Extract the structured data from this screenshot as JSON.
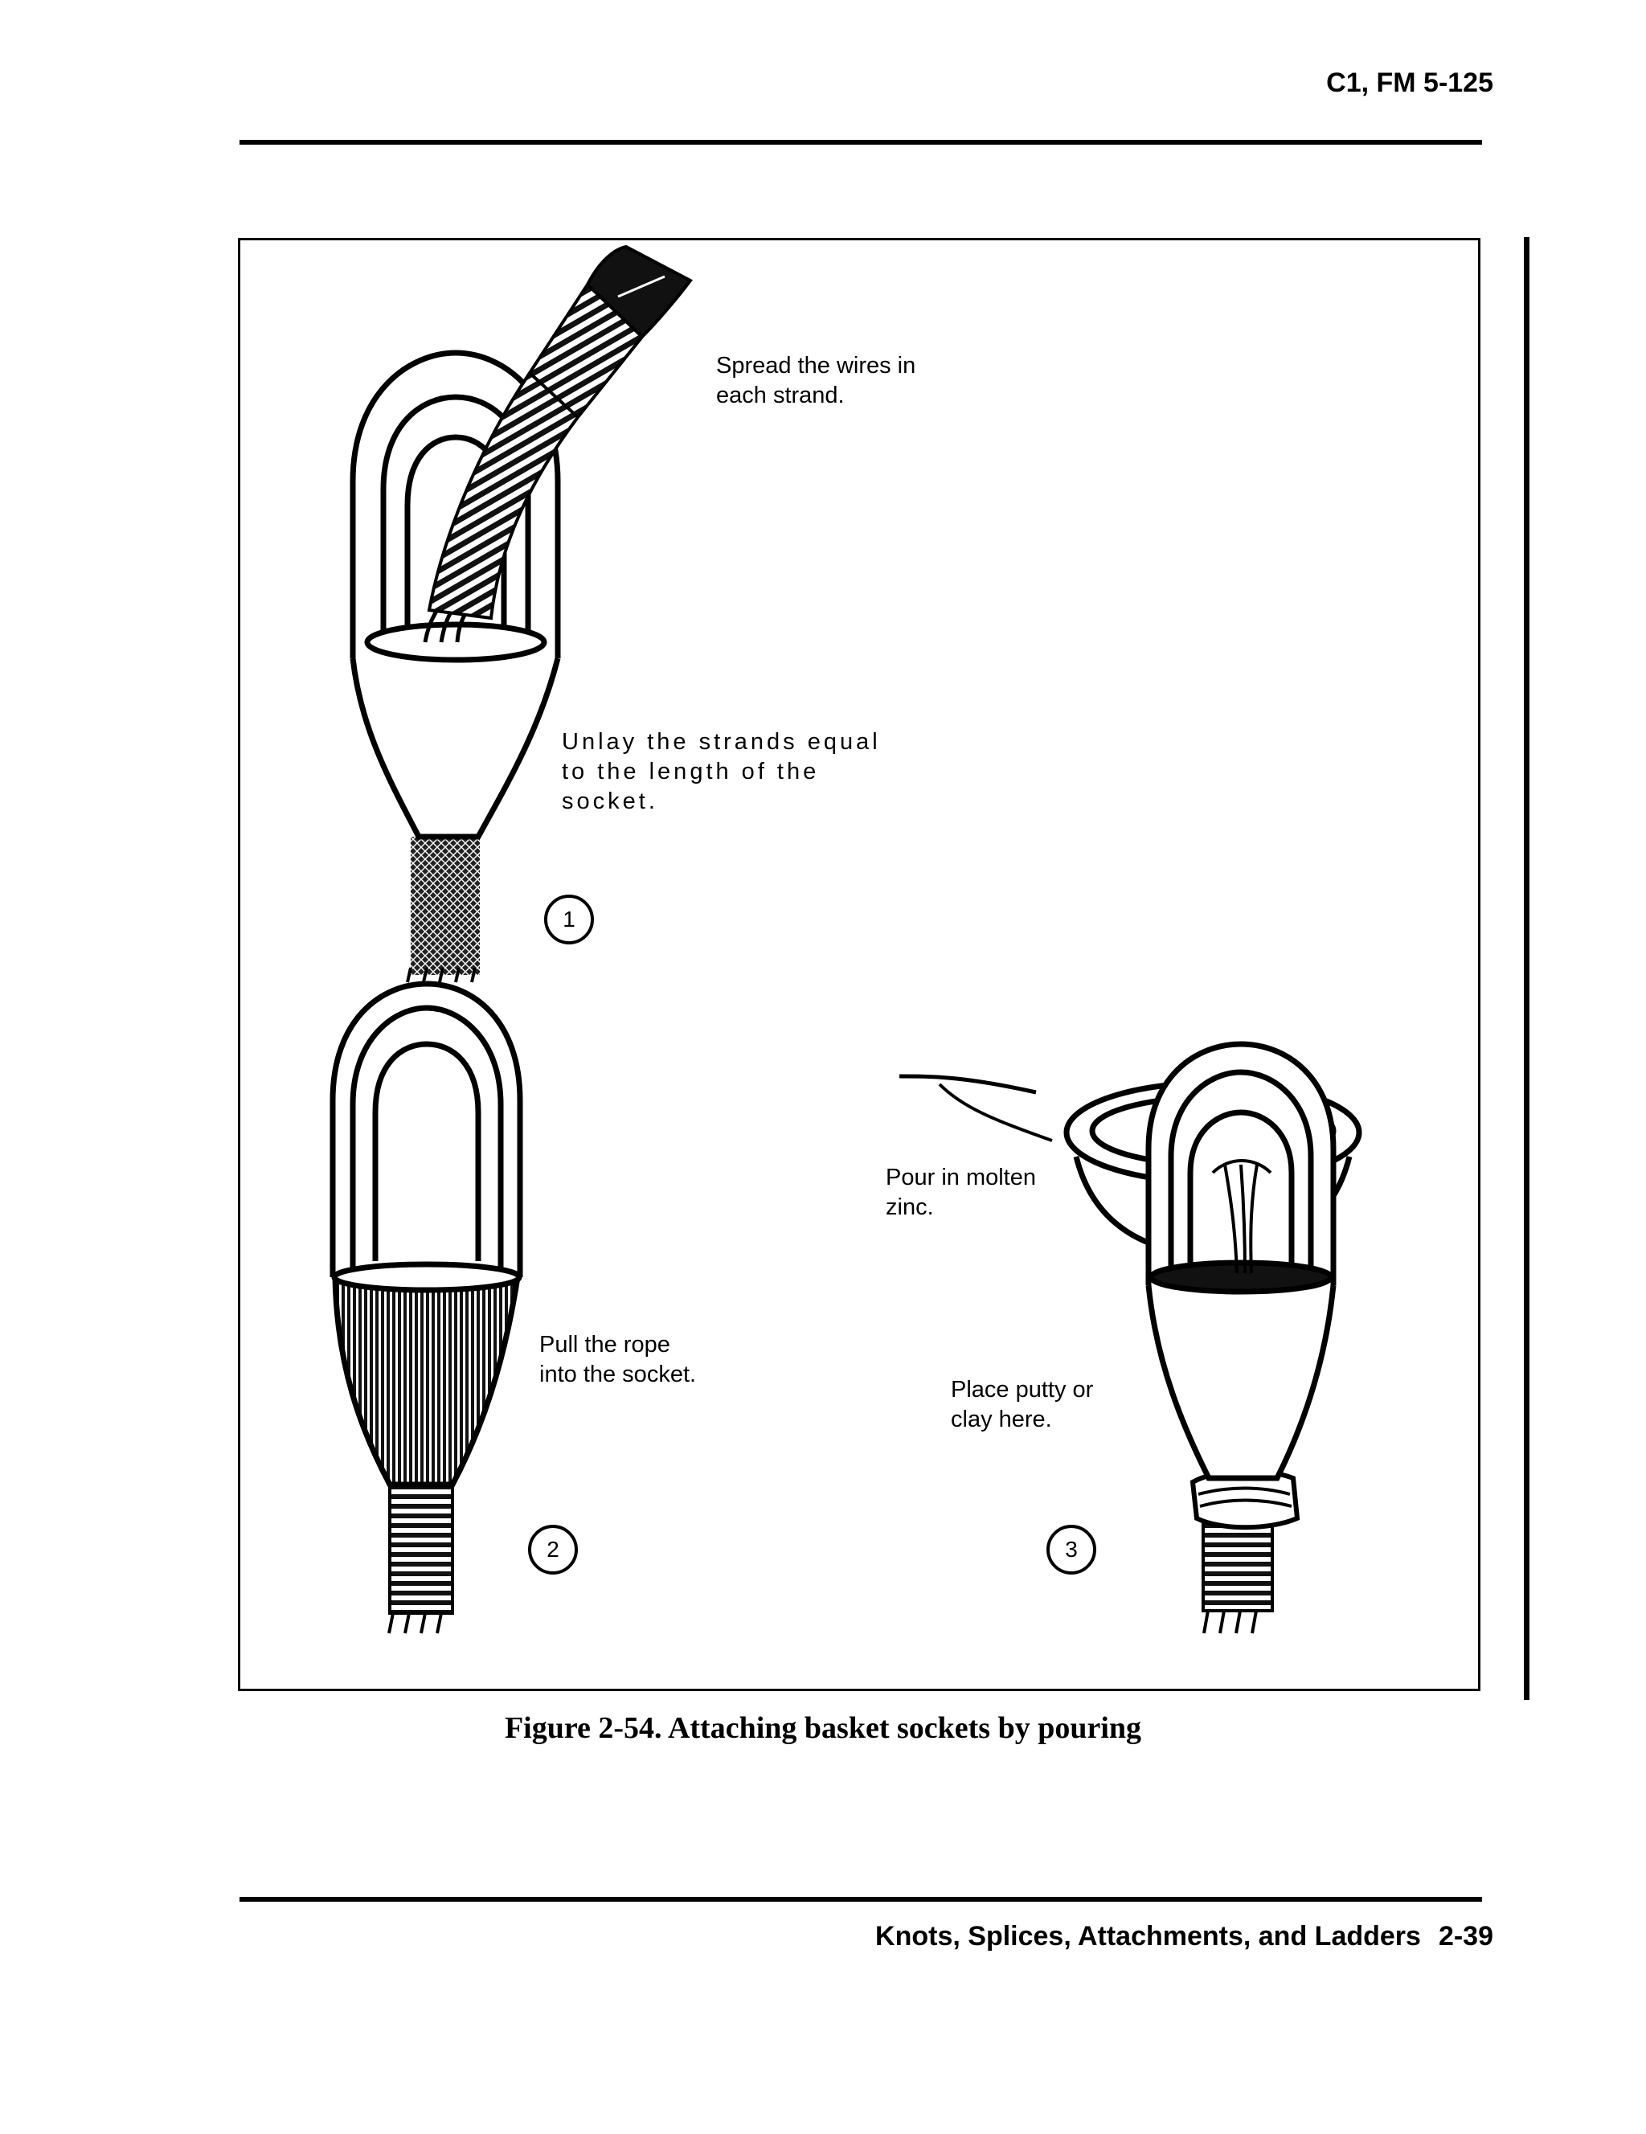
{
  "header": {
    "doc_id": "C1, FM 5-125"
  },
  "figure": {
    "callouts": {
      "spread_wires": "Spread the wires in\neach strand.",
      "unlay_strands": "Unlay the strands equal\nto the length of the\nsocket.",
      "pull_rope": "Pull the rope\ninto the socket.",
      "pour_zinc": "Pour in molten\nzinc.",
      "place_putty": "Place putty or\nclay here."
    },
    "steps": [
      "1",
      "2",
      "3"
    ],
    "caption": "Figure 2-54. Attaching basket sockets by pouring"
  },
  "footer": {
    "chapter_title": "Knots, Splices, Attachments, and Ladders",
    "page_number": "2-39"
  }
}
